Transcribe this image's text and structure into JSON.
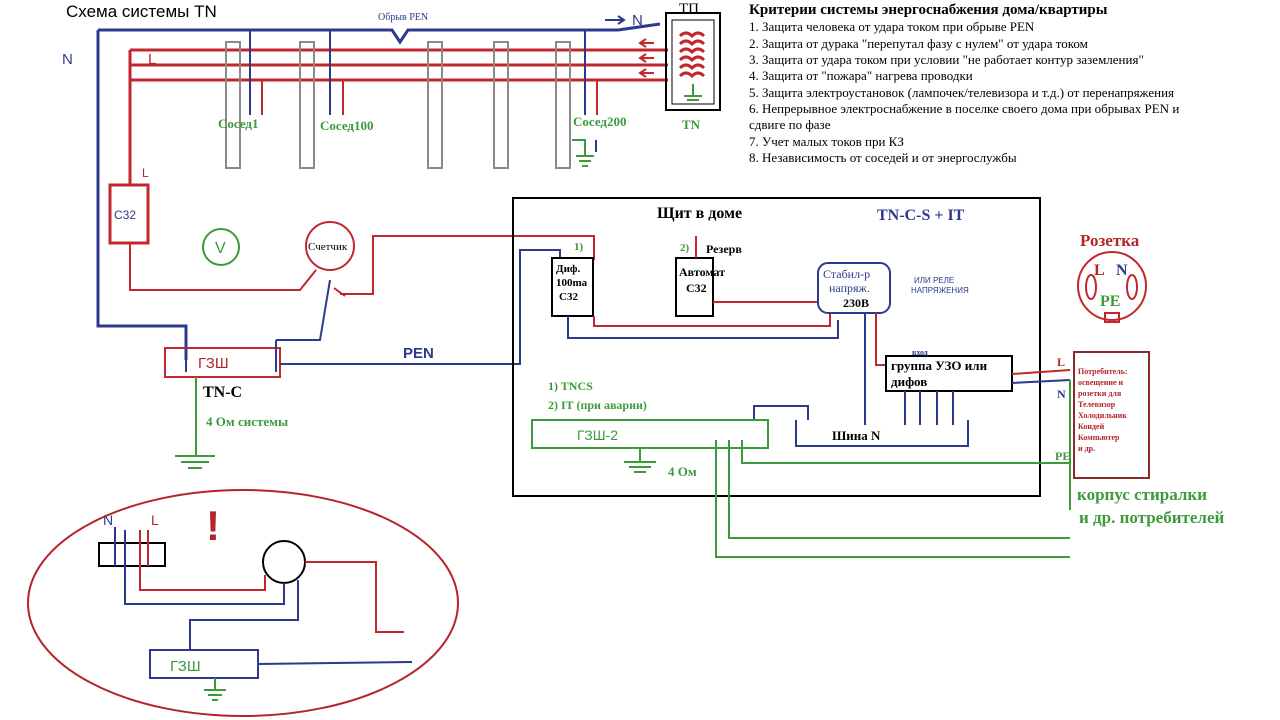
{
  "title": "Схема системы TN",
  "colors": {
    "phase": "#c1272d",
    "neutral": "#2b3a8c",
    "earth": "#3c9a3c",
    "pole": "#8a8a8a",
    "frame": "#000000"
  },
  "top": {
    "n_left": "N",
    "l_left": "L",
    "pen_break": "Обрыв PEN",
    "n_right": "N",
    "substation": "ТП",
    "substation_type": "TN",
    "neighbors": [
      "Сосед1",
      "Сосед100",
      "Сосед200"
    ]
  },
  "criteria": {
    "title": "Критерии системы энергоснабжения дома/квартиры",
    "items": [
      "1. Защита человека от удара током при обрыве PEN",
      "2. Защита от дурака \"перепутал фазу с нулем\" от удара током",
      "3. Защита от удара током при условии \"не работает контур заземления\"",
      "4. Защита от \"пожара\" нагрева проводки",
      "5. Защита электроустановок (лампочек/телевизора и т.д.) от перенапряжения",
      "6. Непрерывное электроснабжение в поселке своего дома при обрывах PEN и",
      "сдвиге по фазе",
      "7. Учет малых токов при КЗ",
      "8. Независимость от соседей и от энергослужбы"
    ]
  },
  "left": {
    "breaker_phase": "L",
    "breaker": "C32",
    "voltmeter": "V",
    "meter": "Счетчик",
    "main_bus": "ГЗШ",
    "system": "TN-C",
    "pen": "PEN",
    "resistance": "4 Ом  системы"
  },
  "panel": {
    "title": "Щит в доме",
    "subtitle": "TN-C-S + IT",
    "dif_num": "1)",
    "dif_lines": [
      "Диф.",
      "100ma",
      "С32"
    ],
    "reserve_num": "2)",
    "reserve_label": "Резерв",
    "auto_lines": [
      "Автомат",
      "С32"
    ],
    "stab_lines": [
      "Стабил-р",
      "напряж.",
      "230В"
    ],
    "relay_lines": [
      "ИЛИ РЕЛЕ",
      "НАПРЯЖЕНИЯ"
    ],
    "uzo_input": "вход",
    "uzo_lines": [
      "группа УЗО или",
      "дифов"
    ],
    "bus_n": "Шина N",
    "modes": [
      "1) TNCS",
      "2) IT (при аварии)"
    ],
    "gzsh2": "ГЗШ-2",
    "resistance": "4 Ом"
  },
  "socket": {
    "title": "Розетка",
    "l": "L",
    "n": "N",
    "pe": "PE"
  },
  "consumer": {
    "l": "L",
    "n": "N",
    "pe": "PE",
    "lines": [
      "Потребитель:",
      "освещение и",
      "розетки для",
      "Телевизор",
      "Холодильник",
      "Кондей",
      "Компьютер",
      "и др."
    ]
  },
  "washer": [
    "корпус стиралки",
    "и др. потребителей"
  ],
  "inset": {
    "n": "N",
    "l": "L",
    "alert": "!",
    "bus": "ГЗШ"
  }
}
